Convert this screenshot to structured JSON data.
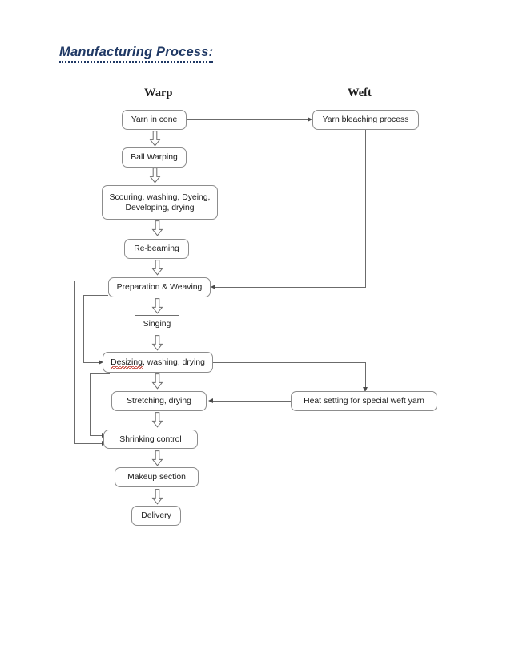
{
  "document": {
    "title": "Manufacturing Process:"
  },
  "columns": [
    {
      "id": "warp",
      "label": "Warp"
    },
    {
      "id": "weft",
      "label": "Weft"
    }
  ],
  "flowchart": {
    "type": "process-flow-diagram",
    "nodes": [
      {
        "id": "yarn-in-cone",
        "label": "Yarn in cone",
        "column": "warp"
      },
      {
        "id": "yarn-bleaching",
        "label": "Yarn bleaching process",
        "column": "weft"
      },
      {
        "id": "ball-warping",
        "label": "Ball Warping",
        "column": "warp"
      },
      {
        "id": "scouring",
        "label": "Scouring, washing, Dyeing,",
        "label2": "Developing, drying",
        "column": "warp"
      },
      {
        "id": "re-beaming",
        "label": "Re-beaming",
        "column": "warp"
      },
      {
        "id": "preparation",
        "label": "Preparation & Weaving",
        "column": "warp"
      },
      {
        "id": "singing",
        "label": "Singing",
        "column": "warp"
      },
      {
        "id": "desizing",
        "label": "Desizing",
        "label_rest": ", washing, drying",
        "column": "warp",
        "misspelled": true
      },
      {
        "id": "stretching",
        "label": "Stretching, drying",
        "column": "warp"
      },
      {
        "id": "heat-setting",
        "label": "Heat setting for special weft yarn",
        "column": "weft"
      },
      {
        "id": "shrinking-control",
        "label": "Shrinking control",
        "column": "warp"
      },
      {
        "id": "makeup-section",
        "label": "Makeup section",
        "column": "warp"
      },
      {
        "id": "delivery",
        "label": "Delivery",
        "column": "warp"
      }
    ],
    "edges": [
      {
        "from": "yarn-in-cone",
        "to": "yarn-bleaching",
        "style": "line-arrow"
      },
      {
        "from": "yarn-in-cone",
        "to": "ball-warping",
        "style": "block-arrow"
      },
      {
        "from": "ball-warping",
        "to": "scouring",
        "style": "block-arrow"
      },
      {
        "from": "scouring",
        "to": "re-beaming",
        "style": "block-arrow"
      },
      {
        "from": "re-beaming",
        "to": "preparation",
        "style": "block-arrow"
      },
      {
        "from": "yarn-bleaching",
        "to": "preparation",
        "style": "line-arrow"
      },
      {
        "from": "preparation",
        "to": "singing",
        "style": "block-arrow"
      },
      {
        "from": "singing",
        "to": "desizing",
        "style": "block-arrow"
      },
      {
        "from": "preparation",
        "to": "desizing",
        "style": "feedback-left"
      },
      {
        "from": "preparation",
        "to": "shrinking-control",
        "style": "feedback-left"
      },
      {
        "from": "desizing",
        "to": "stretching",
        "style": "block-arrow"
      },
      {
        "from": "desizing",
        "to": "heat-setting",
        "style": "line-arrow"
      },
      {
        "from": "desizing",
        "to": "shrinking-control",
        "style": "feedback-left"
      },
      {
        "from": "heat-setting",
        "to": "stretching",
        "style": "line-arrow"
      },
      {
        "from": "stretching",
        "to": "shrinking-control",
        "style": "block-arrow"
      },
      {
        "from": "shrinking-control",
        "to": "makeup-section",
        "style": "block-arrow"
      },
      {
        "from": "makeup-section",
        "to": "delivery",
        "style": "block-arrow"
      }
    ]
  },
  "colors": {
    "title": "#1f3864",
    "box_border": "#8d8d8d",
    "connector": "#6b6b6b",
    "text": "#1a1a1a",
    "spellcheck": "#c0392b"
  }
}
